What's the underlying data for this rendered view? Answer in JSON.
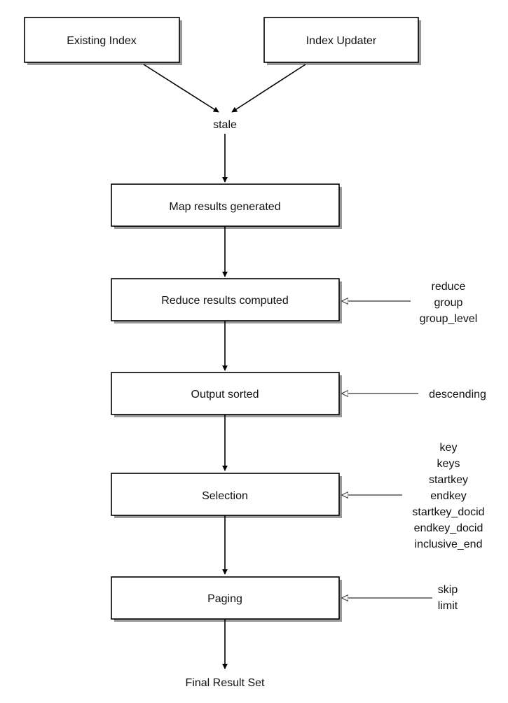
{
  "boxes": {
    "existing_index": "Existing Index",
    "index_updater": "Index Updater",
    "map": "Map results generated",
    "reduce": "Reduce results computed",
    "output": "Output sorted",
    "selection": "Selection",
    "paging": "Paging"
  },
  "labels": {
    "stale": "stale",
    "final": "Final Result Set"
  },
  "params": {
    "reduce": [
      "reduce",
      "group",
      "group_level"
    ],
    "output": [
      "descending"
    ],
    "selection": [
      "key",
      "keys",
      "startkey",
      "endkey",
      "startkey_docid",
      "endkey_docid",
      "inclusive_end"
    ],
    "paging": [
      "skip",
      "limit"
    ]
  }
}
